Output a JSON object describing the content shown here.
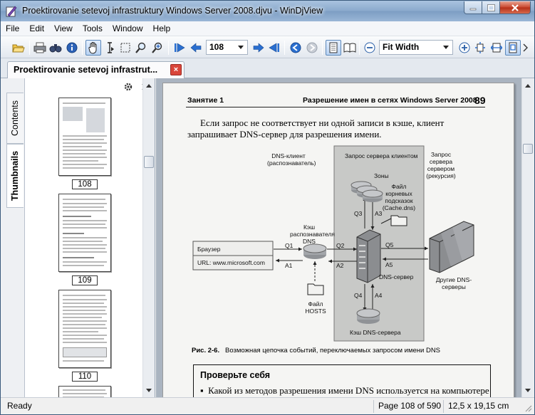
{
  "window": {
    "title": "Proektirovanie setevoj infrastruktury Windows Server 2008.djvu - WinDjView"
  },
  "menu": [
    "File",
    "Edit",
    "View",
    "Tools",
    "Window",
    "Help"
  ],
  "toolbar": {
    "page_value": "108",
    "zoom_value": "Fit Width"
  },
  "tab": {
    "label": "Proektirovanie setevoj infrastruktury Windows Server 2008.djvu",
    "label_display": "Proektirovanie setevoj infrastrut...",
    "close": "×"
  },
  "sidebar": {
    "tabs": [
      "Contents",
      "Thumbnails"
    ],
    "active_tab": "Thumbnails",
    "thumbnails": [
      "108",
      "109",
      "110"
    ]
  },
  "page": {
    "header_left": "Занятие 1",
    "header_right": "Разрешение имен в сетях Windows Server 2008",
    "number": "89",
    "paragraph": "Если запрос не соответствует ни одной записи в кэше, клиент запрашивает DNS-сервер для разрешения имени.",
    "diagram": {
      "client_label": "DNS-клиент (распознаватель)",
      "server_zone_label": "Запрос сервера клиентом",
      "server_server_label": "Запрос сервера сервером (рекурсия)",
      "zones": "Зоны",
      "hints_file": "Файл корневых подсказок (Cache.dns)",
      "cache_label": "Кэш распознавателя DNS",
      "browser": "Браузер",
      "url": "URL: www.microsoft.com",
      "q1": "Q1",
      "a1": "A1",
      "q2": "Q2",
      "a2": "A2",
      "q3": "Q3",
      "a3": "A3",
      "q4": "Q4",
      "a4": "A4",
      "q5": "Q5",
      "a5": "A5",
      "dns_server": "DNS-сервер",
      "other_servers": "Другие DNS-серверы",
      "hosts": "Файл HOSTS",
      "server_cache": "Кэш DNS-сервера"
    },
    "caption_label": "Рис. 2-6.",
    "caption_text": "Возможная цепочка событий, переключаемых запросом имени DNS",
    "box_title": "Проверьте себя",
    "box_item": "Какой из методов разрешения имени DNS используется на компьютере"
  },
  "status": {
    "ready": "Ready",
    "page": "Page 108 of 590",
    "size": "12,5 x 19,15 cm"
  }
}
